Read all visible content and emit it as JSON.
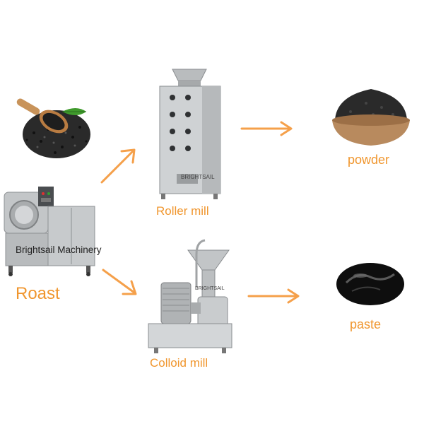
{
  "labels": {
    "roast": "Roast",
    "roller_mill": "Roller mill",
    "colloid_mill": "Colloid mill",
    "powder": "powder",
    "paste": "paste"
  },
  "watermarks": {
    "roaster_brand": "Brightsail Machinery",
    "roller_brand": "BRIGHTSAIL",
    "colloid_brand": "BRIGHTSAIL"
  },
  "colors": {
    "label": "#f0962e",
    "arrow": "#f5a04a",
    "steel": "#c9ccce",
    "seed": "#1b1b1b"
  },
  "icons": [
    "sesame-seeds-icon",
    "roaster-machine-icon",
    "roller-mill-icon",
    "colloid-mill-icon",
    "powder-bowl-icon",
    "paste-jar-icon"
  ]
}
